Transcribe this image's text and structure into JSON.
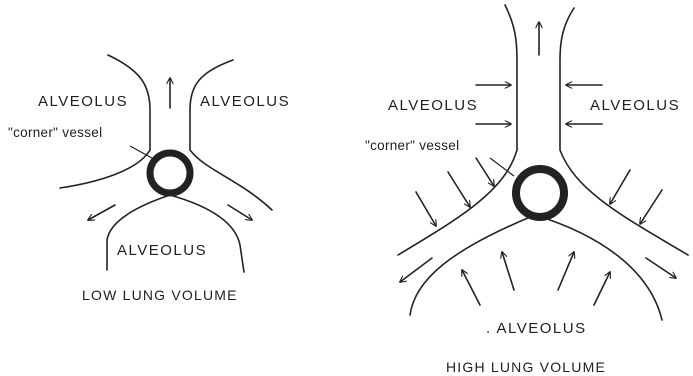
{
  "low_panel": {
    "label_alveolus_left": "ALVEOLUS",
    "label_alveolus_right": "ALVEOLUS",
    "label_alveolus_bottom": "ALVEOLUS",
    "label_corner_vessel": "\"corner\" vessel",
    "caption": "LOW LUNG VOLUME"
  },
  "high_panel": {
    "label_alveolus_left": "ALVEOLUS",
    "label_alveolus_right": "ALVEOLUS",
    "label_alveolus_bottom": ". ALVEOLUS",
    "label_corner_vessel": "\"corner\" vessel",
    "caption": "HIGH LUNG VOLUME"
  },
  "colors": {
    "ink": "#222222",
    "background": "#ffffff"
  }
}
